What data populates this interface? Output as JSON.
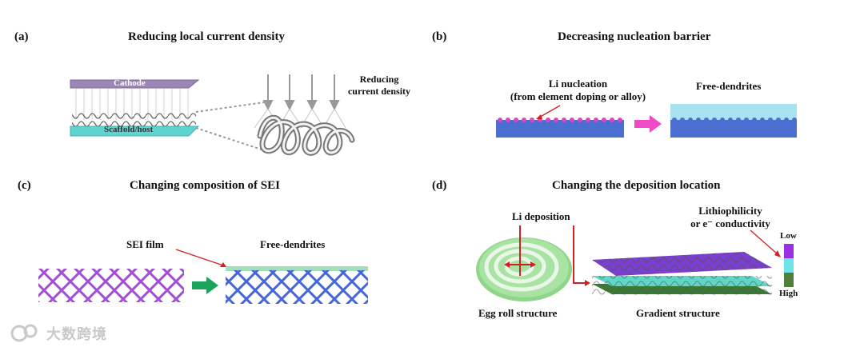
{
  "panels": {
    "a": {
      "label": "(a)",
      "title": "Reducing local current density",
      "cathode": "Cathode",
      "scaffold": "Scaffold/host",
      "note_line1": "Reducing",
      "note_line2": "current density"
    },
    "b": {
      "label": "(b)",
      "title": "Decreasing nucleation barrier",
      "nucleation_line1": "Li nucleation",
      "nucleation_line2": "(from element doping or alloy)",
      "result": "Free-dendrites"
    },
    "c": {
      "label": "(c)",
      "title": "Changing composition of SEI",
      "film": "SEI film",
      "result": "Free-dendrites"
    },
    "d": {
      "label": "(d)",
      "title": "Changing the deposition location",
      "deposition": "Li deposition",
      "egg": "Egg roll structure",
      "gradient": "Gradient structure",
      "philicity_line1": "Lithiophilicity",
      "philicity_line2": "or e⁻ conductivity",
      "low": "Low",
      "high": "High"
    }
  },
  "watermark": "大数跨境",
  "colors": {
    "cathode": "#9b86b5",
    "scaffold": "#5fd3cf",
    "substrate": "#4a6fd0",
    "free_layer": "#a6e2f0",
    "nuclei": "#d946c8",
    "arrow_pink": "#f04ac8",
    "arrow_green": "#1aa35a",
    "red_line": "#d42020",
    "mesh_purple": "#a24fd6",
    "mesh_blue": "#4466d8",
    "sei": "#9fe0b8",
    "egg_roll": "#8fd68a",
    "scale_low": "#9b30e0",
    "scale_mid": "#6fe3e8",
    "scale_high": "#4f7f3a"
  }
}
